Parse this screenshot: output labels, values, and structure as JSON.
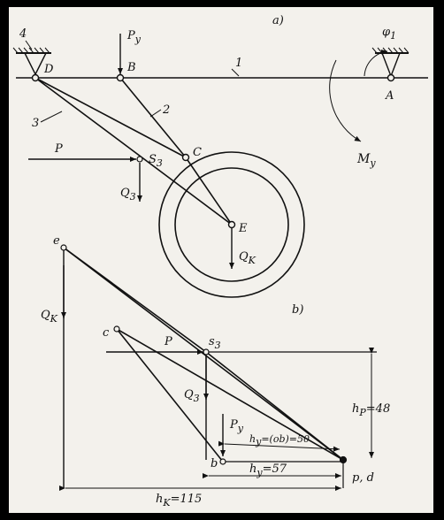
{
  "figure": {
    "part_a": "a)",
    "part_b": "b)"
  },
  "mechanism": {
    "link_labels": [
      "1",
      "2",
      "3",
      "4"
    ],
    "points": {
      "D": "D",
      "B": "B",
      "A": "A",
      "C": "C",
      "S3": "S",
      "S3_sub": "3",
      "E": "E"
    },
    "forces": {
      "Py": "P",
      "Py_sub": "y",
      "P": "P",
      "Q3": "Q",
      "Q3_sub": "3",
      "Qk": "Q",
      "Qk_sub": "K",
      "My": "M",
      "My_sub": "y",
      "phi1": "φ",
      "phi1_sub": "1"
    }
  },
  "plan": {
    "points": {
      "e": "e",
      "c": "c",
      "s3": "s",
      "s3_sub": "3",
      "b": "b",
      "pd": "p, d"
    },
    "forces": {
      "Qk": "Q",
      "Qk_sub": "K",
      "P": "P",
      "Q3": "Q",
      "Q3_sub": "3",
      "Py": "P",
      "Py_sub": "y"
    },
    "dims": {
      "hp": "h",
      "hp_sub": "P",
      "hp_val": "=48",
      "hy_ob": "h",
      "hy_ob_sub": "y",
      "hy_ob_val": "=(ob)=50",
      "hy": "h",
      "hy_sub": "y",
      "hy_val": "=57",
      "hk": "h",
      "hk_sub": "K",
      "hk_val": "=115"
    }
  }
}
